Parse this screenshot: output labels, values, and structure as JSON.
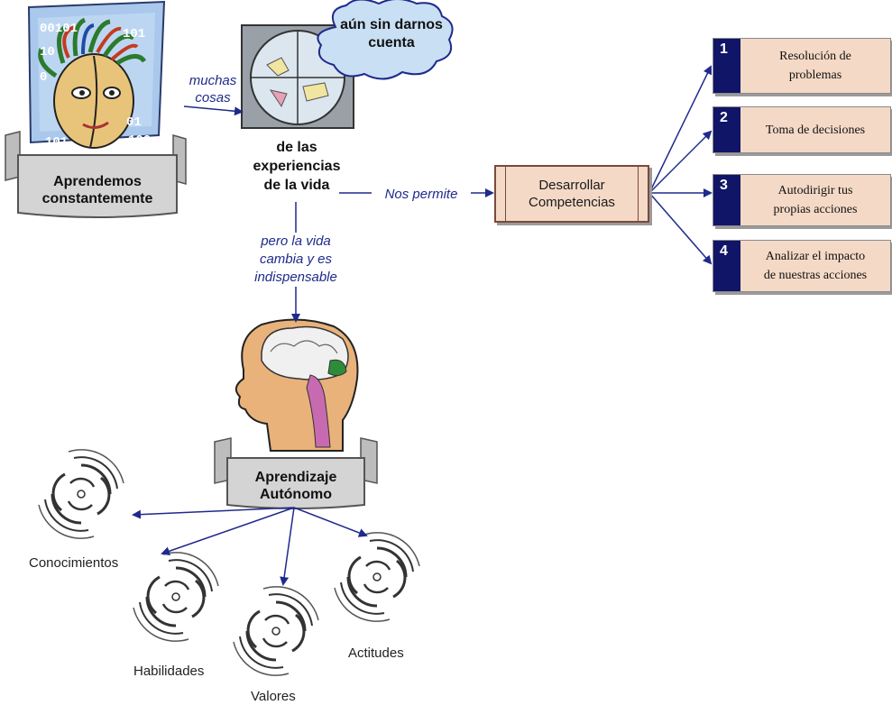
{
  "banner_top": {
    "line1": "Aprendemos",
    "line2": "constantemente"
  },
  "binary_bits": [
    "00101",
    "101",
    "10",
    "0",
    "101",
    "100",
    "01"
  ],
  "edge_muchas": {
    "line1": "muchas",
    "line2": "cosas"
  },
  "cloud": {
    "line1": "aún sin darnos",
    "line2": "cuenta"
  },
  "center": {
    "line1": "de las",
    "line2": "experiencias",
    "line3": "de la vida"
  },
  "edge_nos_permite": "Nos permite",
  "competencias": {
    "line1": "Desarrollar",
    "line2": "Competencias"
  },
  "items": [
    {
      "number": "1",
      "line1": "Resolución de",
      "line2": "problemas"
    },
    {
      "number": "2",
      "line1": "Toma de decisiones",
      "line2": ""
    },
    {
      "number": "3",
      "line1": "Autodirigir tus",
      "line2": "propias acciones"
    },
    {
      "number": "4",
      "line1": "Analizar el impacto",
      "line2": "de nuestras acciones"
    }
  ],
  "edge_cambia": {
    "line1": "pero la vida",
    "line2": "cambia y es",
    "line3": "indispensable"
  },
  "banner_bottom": {
    "line1": "Aprendizaje",
    "line2": "Autónomo"
  },
  "categories": {
    "conocimientos": "Conocimientos",
    "habilidades": "Habilidades",
    "valores": "Valores",
    "actitudes": "Actitudes"
  },
  "colors": {
    "arrow": "#1f2a8c",
    "box_fill": "#f4d9c6",
    "number_fill": "#101568",
    "cloud_fill": "#c8dff4",
    "banner_fill": "#d4d4d4"
  }
}
